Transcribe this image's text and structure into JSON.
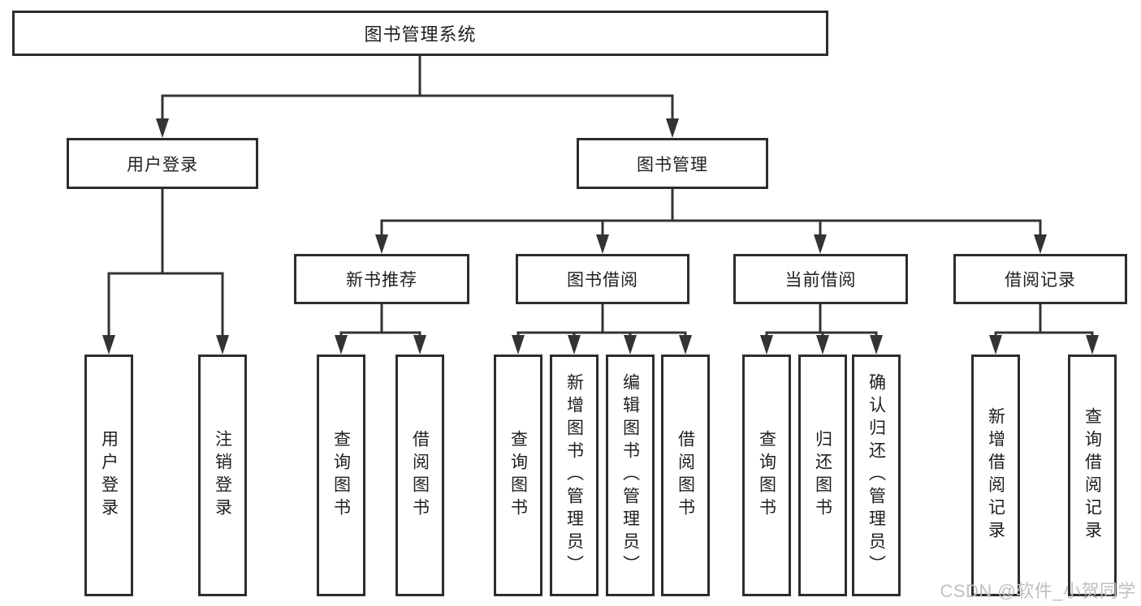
{
  "nodes": {
    "root": "图书管理系统",
    "level2": [
      "用户登录",
      "图书管理"
    ],
    "level3": [
      "新书推荐",
      "图书借阅",
      "当前借阅",
      "借阅记录"
    ],
    "login_leaves": [
      "用户登录",
      "注销登录"
    ],
    "recommend_leaves": [
      "查询图书",
      "借阅图书"
    ],
    "borrow_leaves": [
      "查询图书",
      "新增图书（管理员）",
      "编辑图书（管理员）",
      "借阅图书"
    ],
    "current_leaves": [
      "查询图书",
      "归还图书",
      "确认归还（管理员）"
    ],
    "record_leaves": [
      "新增借阅记录",
      "查询借阅记录"
    ]
  },
  "watermark": "CSDN @软件_小贺同学",
  "colors": {
    "line": "#333333",
    "border": "#2d2d2d",
    "text": "#1f1f1f",
    "watermark": "#bfbfbf",
    "background": "#ffffff"
  }
}
